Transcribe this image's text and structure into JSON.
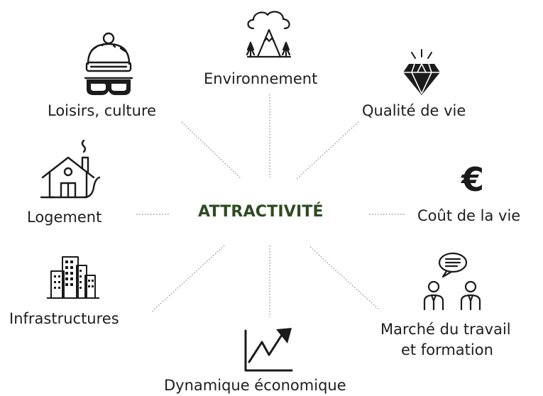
{
  "center": {
    "label": "ATTRACTIVITÉ",
    "color": "#2e4a22"
  },
  "nodes": [
    {
      "id": "environnement",
      "label": "Environnement",
      "icon": "mountain-cloud-icon"
    },
    {
      "id": "qualite",
      "label": "Qualité de vie",
      "icon": "diamond-icon"
    },
    {
      "id": "cout",
      "label": "Coût de la vie",
      "icon": "euro-icon",
      "glyph": "€"
    },
    {
      "id": "marche",
      "label_line1": "Marché du travail",
      "label_line2": "et formation",
      "icon": "people-chat-icon"
    },
    {
      "id": "dynamique",
      "label": "Dynamique économique",
      "icon": "growth-chart-icon"
    },
    {
      "id": "infrastructures",
      "label": "Infrastructures",
      "icon": "buildings-icon"
    },
    {
      "id": "logement",
      "label": "Logement",
      "icon": "house-icon"
    },
    {
      "id": "loisirs",
      "label": "Loisirs, culture",
      "icon": "ski-goggles-beanie-icon"
    }
  ],
  "colors": {
    "text": "#1e1e1e",
    "connector": "#888888"
  }
}
